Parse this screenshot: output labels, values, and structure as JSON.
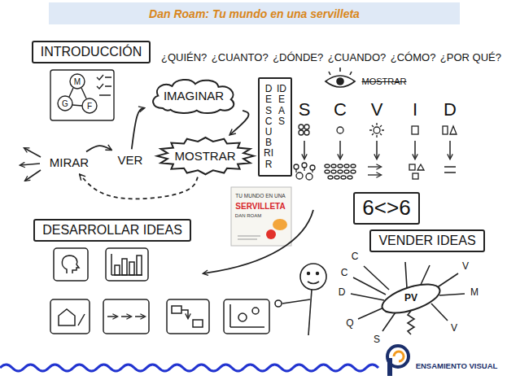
{
  "diagram": {
    "title": "Dan Roam: Tu mundo en una servilleta",
    "nodes": [
      {
        "text": [
          "INTRODUCCIÓN"
        ]
      },
      {
        "text": [
          "IMAGINAR"
        ]
      },
      {
        "text": [
          "MOSTRAR"
        ]
      },
      {
        "text": [
          "MIRAR"
        ]
      },
      {
        "text": [
          "VER"
        ]
      },
      {
        "text": [
          "DESCUBRIR",
          "IDEAS"
        ]
      },
      {
        "text": [
          "6<>6"
        ]
      },
      {
        "text": [
          "DESARROLLAR IDEAS"
        ]
      },
      {
        "text": [
          "VENDER IDEAS"
        ]
      }
    ],
    "edges": [
      {
        "from": 3,
        "to": 4,
        "arrow": "to"
      },
      {
        "from": 4,
        "to": 1,
        "arrow": "to"
      },
      {
        "from": 1,
        "to": 2,
        "arrow": "to"
      },
      {
        "from": 2,
        "to": 3,
        "arrow": "to"
      }
    ],
    "labels": [
      "¿QUIÉN?",
      "¿CUANTO?",
      "¿DÓNDE?",
      "¿CUANDO?",
      "¿CÓMO?",
      "¿POR QUÉ?",
      "MOSTRAR",
      "S",
      "C",
      "V",
      "I",
      "D",
      "M",
      "G",
      "F",
      "TU MUNDO EN UNA",
      "SERVILLETA",
      "DAN ROAM",
      "PV",
      "C",
      "C",
      "D",
      "Q",
      "S",
      "V",
      "M",
      "V",
      "ENSAMIENTO VISUAL"
    ]
  }
}
